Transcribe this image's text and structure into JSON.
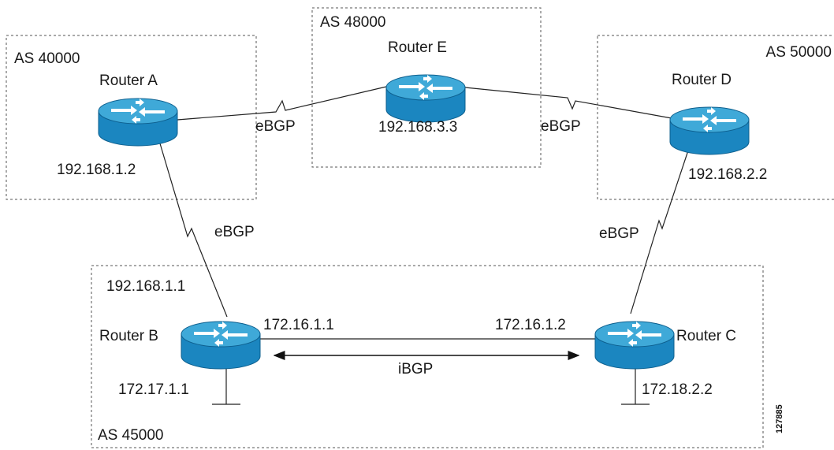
{
  "colors": {
    "router_top": "#3fa9d8",
    "router_side": "#1b86c0",
    "router_edge": "#0d5f8e",
    "line": "#222222",
    "box": "#555555"
  },
  "autonomous_systems": {
    "as40000": "AS 40000",
    "as48000": "AS 48000",
    "as50000": "AS 50000",
    "as45000": "AS 45000"
  },
  "routers": {
    "a": {
      "name": "Router A",
      "icon": "router-icon"
    },
    "b": {
      "name": "Router B",
      "icon": "router-icon"
    },
    "c": {
      "name": "Router C",
      "icon": "router-icon"
    },
    "d": {
      "name": "Router D",
      "icon": "router-icon"
    },
    "e": {
      "name": "Router E",
      "icon": "router-icon"
    }
  },
  "addresses": {
    "a_to_b": "192.168.1.2",
    "b_to_a": "192.168.1.1",
    "e": "192.168.3.3",
    "d_to_c": "192.168.2.2",
    "b_to_c": "172.16.1.1",
    "c_to_b": "172.16.1.2",
    "b_lan": "172.17.1.1",
    "c_lan": "172.18.2.2"
  },
  "links": {
    "a_e": "eBGP",
    "e_d": "eBGP",
    "a_b": "eBGP",
    "d_c": "eBGP",
    "b_c": "iBGP"
  },
  "figure_id": "127885"
}
